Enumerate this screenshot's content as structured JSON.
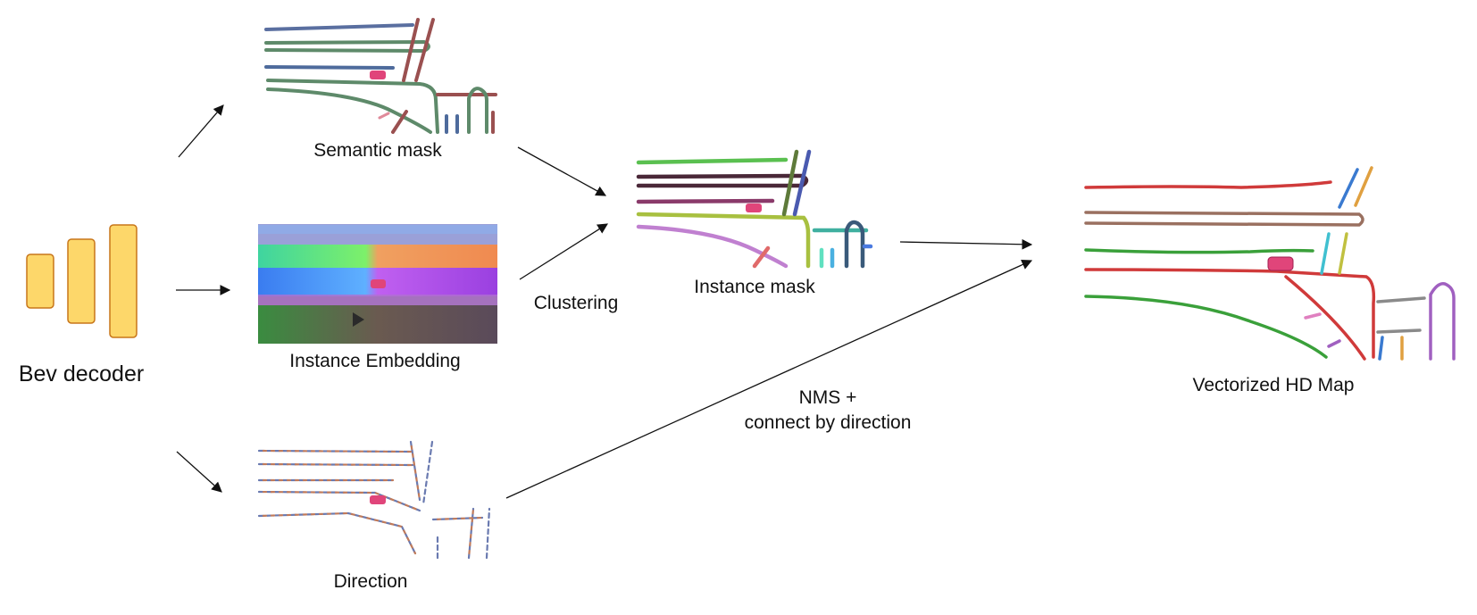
{
  "labels": {
    "bev_decoder": "Bev decoder",
    "semantic_mask": "Semantic mask",
    "instance_embedding": "Instance Embedding",
    "direction": "Direction",
    "clustering": "Clustering",
    "instance_mask": "Instance mask",
    "nms_line1": "NMS +",
    "nms_line2": "connect by direction",
    "vectorized_map": "Vectorized HD Map"
  },
  "colors": {
    "decoder_fill": "#fdd76a",
    "decoder_stroke": "#c8761a",
    "arrow": "#111111",
    "ego_car": "#e0457a"
  }
}
